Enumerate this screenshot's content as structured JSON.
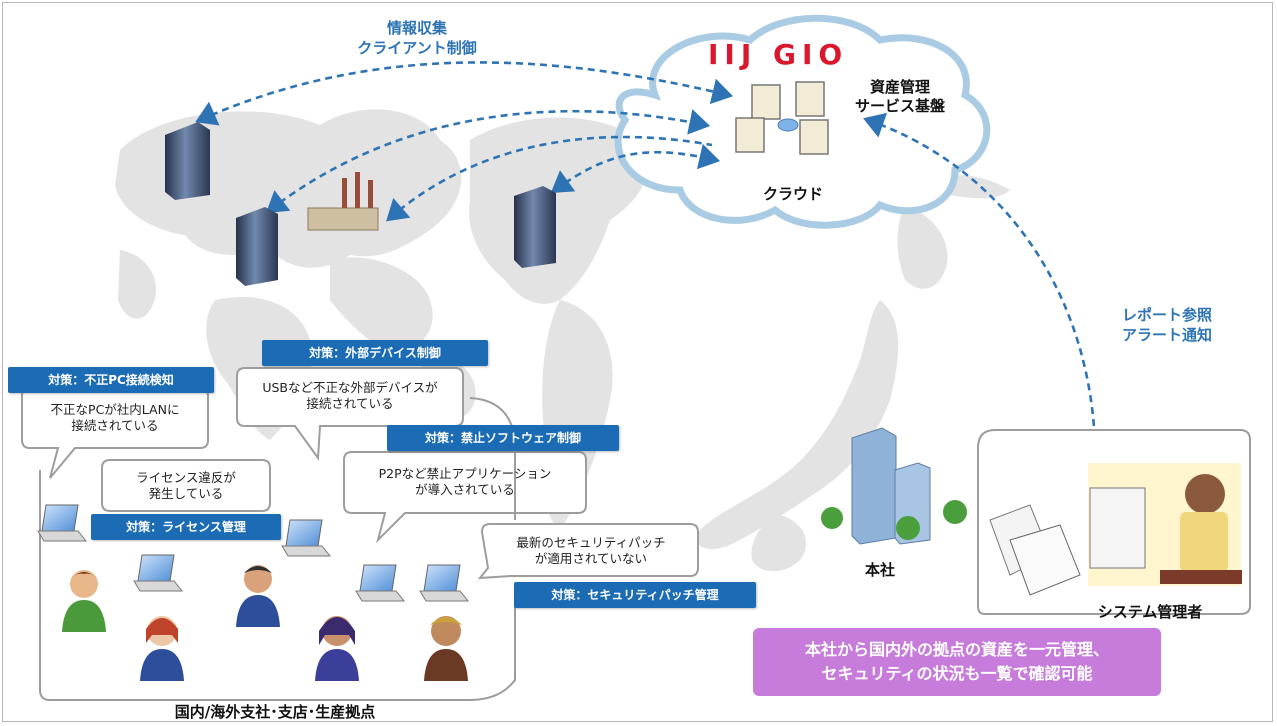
{
  "logo": "IIJ GIO",
  "cloud": {
    "service_label": [
      "資産管理",
      "サービス基盤"
    ],
    "cloud_label": "クラウド"
  },
  "flows": {
    "collect": [
      "情報収集",
      "クライアント制御"
    ],
    "report": [
      "レポート参照",
      "アラート通知"
    ]
  },
  "measures": [
    {
      "tag": "対策：不正PC接続検知",
      "bubble": [
        "不正なPCが社内LANに",
        "接続されている"
      ]
    },
    {
      "tag": "対策：外部デバイス制御",
      "bubble": [
        "USBなど不正な外部デバイスが",
        "接続されている"
      ]
    },
    {
      "tag": "対策：禁止ソフトウェア制御",
      "bubble": [
        "P2Pなど禁止アプリケーション",
        "が導入されている"
      ]
    },
    {
      "tag": "対策：ライセンス管理",
      "bubble": [
        "ライセンス違反が",
        "発生している"
      ]
    },
    {
      "tag": "対策：セキュリティパッチ管理",
      "bubble": [
        "最新のセキュリティパッチ",
        "が適用されていない"
      ]
    }
  ],
  "locations": {
    "hq": "本社",
    "admin": "システム管理者",
    "branches": "国内/海外支社･支店･生産拠点"
  },
  "summary": [
    "本社から国内外の拠点の資産を一元管理、",
    "セキュリティの状況も一覧で確認可能"
  ],
  "colors": {
    "accent": "#1b6cb5",
    "arrow": "#2e74b5",
    "highlight": "#c77cdb",
    "logo": "#d9182d"
  }
}
